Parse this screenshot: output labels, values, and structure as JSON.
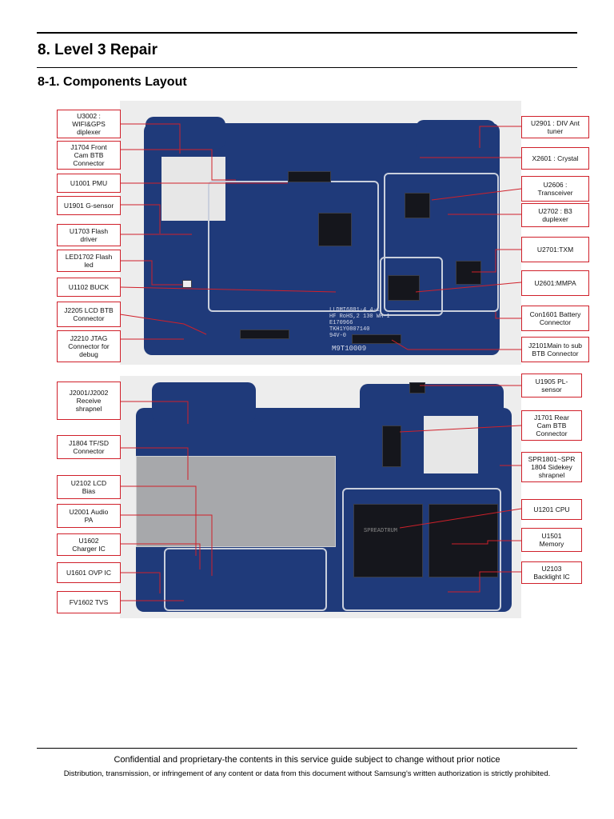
{
  "header": {
    "section_title": "8. Level 3 Repair",
    "subsection_title": "8-1. Components Layout"
  },
  "top_labels": [
    "U3002 :\nWIFI&GPS\ndiplexer",
    "J1704 Front\nCam BTB\nConnector",
    "U1001 PMU",
    "U1901 G-sensor",
    "U1703 Flash\ndriver",
    "LED1702 Flash\nled",
    "U1102 BUCK",
    "J2205 LCD BTB\nConnector",
    "J2210 JTAG\nConnector for\ndebug",
    "U2901 : DIV Ant\ntuner",
    "X2601 : Crystal",
    "U2606 :\nTransceiver",
    "U2702 : B3\nduplexer",
    "U2701:TXM",
    "U2601:MMPA",
    "Con1601 Battery\nConnector",
    "J2101Main to sub\nBTB Connector"
  ],
  "bottom_labels": [
    "J2001/J2002\nReceive\nshrapnel",
    "J1804 TF/SD\nConnector",
    "U2102 LCD\nBias",
    "U2001 Audio\nPA",
    "U1602\nCharger IC",
    "U1601 OVP IC",
    "FV1602 TVS",
    "U1905 PL-\nsensor",
    "J1701 Rear\nCam BTB\nConnector",
    "SPR1801~SPR\n1804 Sidekey\nshrapnel",
    "U1201 CPU",
    "U1501\nMemory",
    "U2103\nBacklight IC"
  ],
  "board_silkscreen": {
    "top_board_text": "LLDMI6881-4 4-1\nHF RoHS,2 130 WH-1\nE170966\nTKH1Y0807140\n94V-0",
    "top_board_model": "M9T10009",
    "bottom_chip_text": "SPREADTRUM"
  },
  "footer": {
    "line1": "Confidential and proprietary-the contents in this service guide subject to change without prior notice",
    "line2": "Distribution, transmission, or infringement of any content or data from this document without Samsung's written authorization is strictly prohibited."
  },
  "colors": {
    "board_blue": "#1f3a7a",
    "label_border": "#d0202a",
    "leader_line": "#d0202a"
  }
}
